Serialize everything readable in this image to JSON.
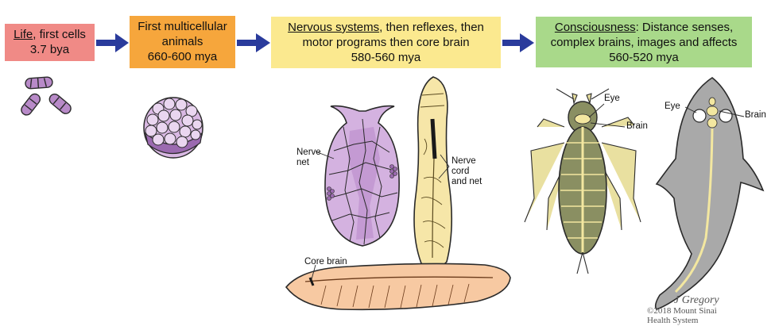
{
  "stages": [
    {
      "title_u": "Life",
      "title_rest": ", first cells",
      "line2": "3.7 bya",
      "line3": ""
    },
    {
      "title_u": "",
      "title_rest": "First multicellular",
      "line2": "animals",
      "line3": "660-600 mya"
    },
    {
      "title_u": "Nervous systems",
      "title_rest": ", then reflexes, then",
      "line2": "motor programs then core brain",
      "line3": "580-560 mya"
    },
    {
      "title_u": "Consciousness",
      "title_rest": ": Distance senses,",
      "line2": "complex brains, images and affects",
      "line3": "560-520 mya"
    }
  ],
  "labels": {
    "nerve_net": "Nerve\nnet",
    "nerve_cord": "Nerve\ncord\nand net",
    "core_brain": "Core brain",
    "eye_insect": "Eye",
    "brain_insect": "Brain",
    "eye_fish": "Eye",
    "brain_fish": "Brain"
  },
  "credit": {
    "signature": "J Gregory",
    "line1": "©2018 Mount Sinai",
    "line2": "Health System"
  },
  "colors": {
    "life_box": "#f08a86",
    "multicellular_box": "#f6a63c",
    "nervous_box": "#fbe98f",
    "consciousness_box": "#a9d98a",
    "arrow": "#2a3b9c",
    "cell": "#b88ac8",
    "embryo": "#d9b8e3",
    "jelly": "#d4b2e0",
    "worm": "#f6e6a8",
    "lancelet": "#f7c9a2",
    "insect": "#8a8f62",
    "nerve": "#f3e7a0",
    "fish": "#a9a9a9"
  }
}
